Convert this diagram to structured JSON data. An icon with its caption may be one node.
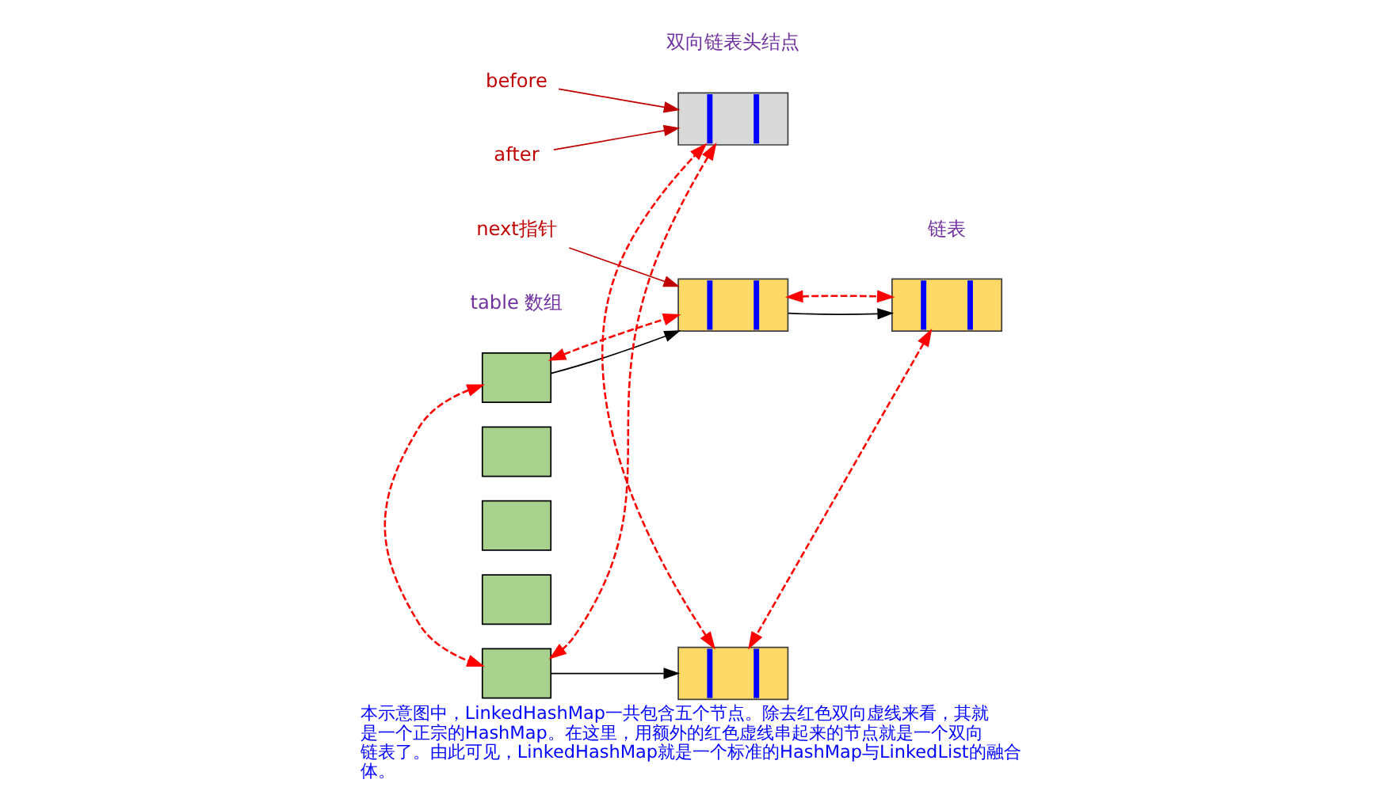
{
  "diagram": {
    "caption": "本示意图中，LinkedHashMap一共包含五个节点。除去红色双向虚线来看，其就是一个正宗的HashMap。在这里，用额外的红色虚线串起来的节点就是一个双向链表了。由此可见，LinkedHashMap就是一个标准的HashMap与LinkedList的融合体。",
    "nodes": [
      {
        "text": [
          "next指针"
        ]
      },
      {
        "text": [],
        "shape": "box"
      },
      {
        "text": [],
        "shape": "box"
      },
      {
        "text": [],
        "shape": "box"
      },
      {
        "text": [],
        "shape": "box"
      },
      {
        "text": [],
        "shape": "box"
      },
      {
        "text": [],
        "shape": "box"
      },
      {
        "text": [],
        "shape": "box"
      },
      {
        "text": [
          "before"
        ]
      },
      {
        "text": [
          "after"
        ]
      },
      {
        "text": [],
        "shape": "box"
      },
      {
        "text": [],
        "shape": "box"
      }
    ],
    "edges": [
      {
        "from": 0,
        "to": 6,
        "arrow": "to",
        "color": "#c00000"
      },
      {
        "from": 1,
        "to": 6,
        "arrow": "to",
        "color": "#000000"
      },
      {
        "from": 6,
        "to": 7,
        "arrow": "to",
        "color": "#000000"
      },
      {
        "from": 5,
        "to": 11,
        "arrow": "to",
        "color": "#000000"
      },
      {
        "from": 1,
        "to": 5,
        "arrow": "both",
        "style": "dashed",
        "color": "#ff0000"
      },
      {
        "from": 1,
        "to": 6,
        "arrow": "both",
        "style": "dashed",
        "color": "#ff0000"
      },
      {
        "from": 6,
        "to": 7,
        "arrow": "both",
        "style": "dashed",
        "color": "#ff0000"
      },
      {
        "from": 7,
        "to": 11,
        "arrow": "both",
        "style": "dashed",
        "color": "#ff0000"
      },
      {
        "from": 11,
        "to": 10,
        "arrow": "both",
        "style": "dashed",
        "color": "#ff0000"
      },
      {
        "from": 10,
        "to": 5,
        "arrow": "both",
        "style": "dashed",
        "color": "#ff0000"
      },
      {
        "from": 8,
        "to": 10,
        "arrow": "to",
        "color": "#c00000"
      },
      {
        "from": 9,
        "to": 10,
        "arrow": "to",
        "color": "#c00000"
      }
    ],
    "labels": [
      "table 数组",
      "链表",
      "双向链表头结点"
    ]
  }
}
